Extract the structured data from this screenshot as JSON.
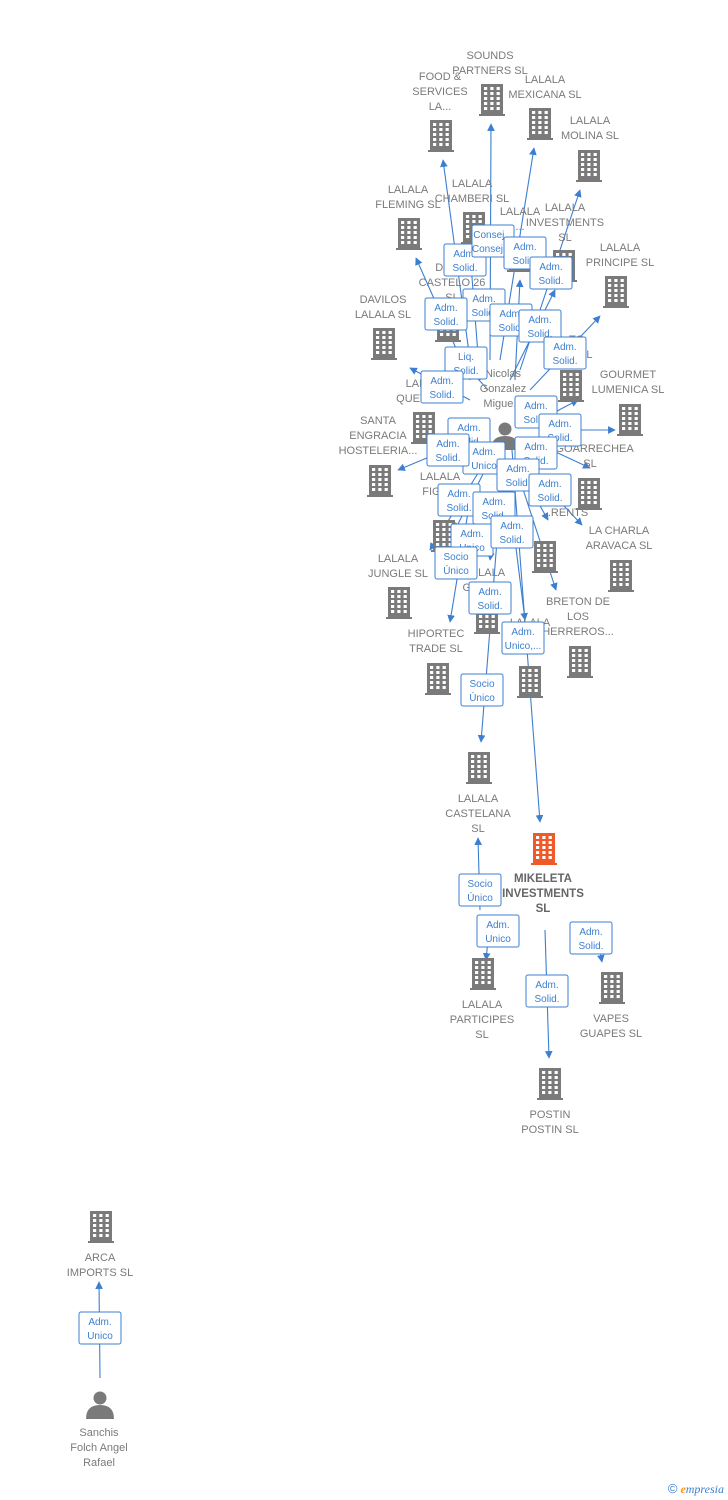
{
  "colors": {
    "edge": "#3c7fd0",
    "building": "#7a7a7a",
    "focus_building": "#f05a28",
    "person": "#7a7a7a",
    "label_text": "#7a7a7a"
  },
  "nodes": [
    {
      "id": "sounds",
      "type": "company",
      "lines": [
        "SOUNDS",
        "PARTNERS  SL"
      ]
    },
    {
      "id": "food",
      "type": "company",
      "lines": [
        "FOOD &",
        "SERVICES",
        "LA..."
      ]
    },
    {
      "id": "mexicana",
      "type": "company",
      "lines": [
        "LALALA",
        "MEXICANA  SL"
      ]
    },
    {
      "id": "molina",
      "type": "company",
      "lines": [
        "LALALA",
        "MOLINA  SL"
      ]
    },
    {
      "id": "fleming",
      "type": "company",
      "lines": [
        "LALALA",
        "FLEMING  SL"
      ]
    },
    {
      "id": "chamberi",
      "type": "company",
      "lines": [
        "LALALA",
        "CHAMBERI  SL"
      ]
    },
    {
      "id": "investments",
      "type": "company",
      "lines": [
        "LALALA",
        "INVESTMENTS",
        "SL"
      ]
    },
    {
      "id": "fran",
      "type": "company",
      "lines": [
        "LALALA",
        "...",
        "SL"
      ]
    },
    {
      "id": "principe",
      "type": "company",
      "lines": [
        "LALALA",
        "PRINCIPE  SL"
      ]
    },
    {
      "id": "docastelo",
      "type": "company",
      "lines": [
        "DOC...",
        "CASTELO 26",
        "SL"
      ]
    },
    {
      "id": "davilos",
      "type": "company",
      "lines": [
        "DAVILOS",
        "LALALA  SL"
      ]
    },
    {
      "id": "pr",
      "type": "company",
      "lines": [
        "...TO",
        "PR...  SL"
      ]
    },
    {
      "id": "quevedo",
      "type": "company",
      "lines": [
        "LAL...",
        "QUEVE..."
      ]
    },
    {
      "id": "gourmet",
      "type": "company",
      "lines": [
        "GOURMET",
        "LUMENICA  SL"
      ]
    },
    {
      "id": "santa",
      "type": "company",
      "lines": [
        "SANTA",
        "ENGRACIA",
        "HOSTELERIA..."
      ]
    },
    {
      "id": "goarrechea",
      "type": "company",
      "lines": [
        "...GOARRECHEA",
        "SL"
      ]
    },
    {
      "id": "figueroa",
      "type": "company",
      "lines": [
        "LALALA",
        "FIGU..."
      ]
    },
    {
      "id": "rents",
      "type": "company",
      "lines": [
        "...RENTS"
      ]
    },
    {
      "id": "charla",
      "type": "company",
      "lines": [
        "LA CHARLA",
        "ARAVACA  SL"
      ]
    },
    {
      "id": "jungle",
      "type": "company",
      "lines": [
        "LALALA",
        "JUNGLE  SL"
      ]
    },
    {
      "id": "gest",
      "type": "company",
      "lines": [
        "...LALA",
        "GES...  SL"
      ]
    },
    {
      "id": "breton",
      "type": "company",
      "lines": [
        "BRETON DE",
        "LOS",
        "HERREROS..."
      ]
    },
    {
      "id": "hiportec",
      "type": "company",
      "lines": [
        "HIPORTEC",
        "TRADE  SL"
      ]
    },
    {
      "id": "lalalaX",
      "type": "company",
      "lines": [
        "LALALA",
        "...SL"
      ]
    },
    {
      "id": "castelana",
      "type": "company",
      "lines": [
        "LALALA",
        "CASTELANA",
        "SL"
      ]
    },
    {
      "id": "mikeleta",
      "type": "focus",
      "lines": [
        "MIKELETA",
        "INVESTMENTS",
        "SL"
      ]
    },
    {
      "id": "participes",
      "type": "company",
      "lines": [
        "LALALA",
        "PARTICIPES",
        "SL"
      ]
    },
    {
      "id": "vapes",
      "type": "company",
      "lines": [
        "VAPES",
        "GUAPES  SL"
      ]
    },
    {
      "id": "postin",
      "type": "company",
      "lines": [
        "POSTIN",
        "POSTIN  SL"
      ]
    },
    {
      "id": "nicolas",
      "type": "person",
      "lines": [
        "Nicolas",
        "Gonzalez",
        "Migue..."
      ]
    },
    {
      "id": "arca",
      "type": "company",
      "lines": [
        "ARCA",
        "IMPORTS  SL"
      ]
    },
    {
      "id": "sanchis",
      "type": "person",
      "lines": [
        "Sanchis",
        "Folch Angel",
        "Rafael"
      ]
    }
  ],
  "edge_labels": [
    {
      "id": "e1",
      "lines": [
        "Adm.",
        "Solid."
      ]
    },
    {
      "id": "e2",
      "lines": [
        "Consej. ,",
        "Consej...."
      ]
    },
    {
      "id": "e3",
      "lines": [
        "Adm.",
        "Solid."
      ]
    },
    {
      "id": "e4",
      "lines": [
        "Adm.",
        "Solid."
      ]
    },
    {
      "id": "e5",
      "lines": [
        "Adm.",
        "Solid."
      ]
    },
    {
      "id": "e6",
      "lines": [
        "Adm.",
        "Solid."
      ]
    },
    {
      "id": "e7",
      "lines": [
        "Adm.",
        "Solid."
      ]
    },
    {
      "id": "e8",
      "lines": [
        "Adm.",
        "Solid."
      ]
    },
    {
      "id": "e9",
      "lines": [
        "Adm.",
        "Solid."
      ]
    },
    {
      "id": "e10",
      "lines": [
        "Liq.",
        "Solid."
      ]
    },
    {
      "id": "e11",
      "lines": [
        "Adm.",
        "Solid."
      ]
    },
    {
      "id": "e12",
      "lines": [
        "Adm.",
        "Solid."
      ]
    },
    {
      "id": "e13",
      "lines": [
        "Adm.",
        "Solid."
      ]
    },
    {
      "id": "e14",
      "lines": [
        "Adm.",
        "Solid."
      ]
    },
    {
      "id": "e15",
      "lines": [
        "Adm.",
        "Unico"
      ]
    },
    {
      "id": "e16",
      "lines": [
        "Adm.",
        "Solid."
      ]
    },
    {
      "id": "e17",
      "lines": [
        "Adm.",
        "Solid."
      ]
    },
    {
      "id": "e18",
      "lines": [
        "Adm.",
        "Solid."
      ]
    },
    {
      "id": "e19",
      "lines": [
        "Adm.",
        "Solid."
      ]
    },
    {
      "id": "e20",
      "lines": [
        "Adm.",
        "Unico"
      ]
    },
    {
      "id": "e21",
      "lines": [
        "Adm.",
        "Solid."
      ]
    },
    {
      "id": "e22",
      "lines": [
        "Adm.",
        "Solid."
      ]
    },
    {
      "id": "e23",
      "lines": [
        "Socio",
        "Único"
      ]
    },
    {
      "id": "e24",
      "lines": [
        "Adm.",
        "Solid."
      ]
    },
    {
      "id": "e25",
      "lines": [
        "Adm.",
        "Unico,..."
      ]
    },
    {
      "id": "e26",
      "lines": [
        "Socio",
        "Único"
      ]
    },
    {
      "id": "e27",
      "lines": [
        "Socio",
        "Único"
      ]
    },
    {
      "id": "e28",
      "lines": [
        "Adm.",
        "Unico"
      ]
    },
    {
      "id": "e29",
      "lines": [
        "Adm.",
        "Solid."
      ]
    },
    {
      "id": "e30",
      "lines": [
        "Adm.",
        "Solid."
      ]
    },
    {
      "id": "e31",
      "lines": [
        "Adm.",
        "Unico"
      ]
    },
    {
      "id": "e32",
      "lines": [
        "Adm.",
        "Solid."
      ]
    }
  ],
  "brand": {
    "copyright": "©",
    "first_letter": "e",
    "rest": "mpresia"
  }
}
